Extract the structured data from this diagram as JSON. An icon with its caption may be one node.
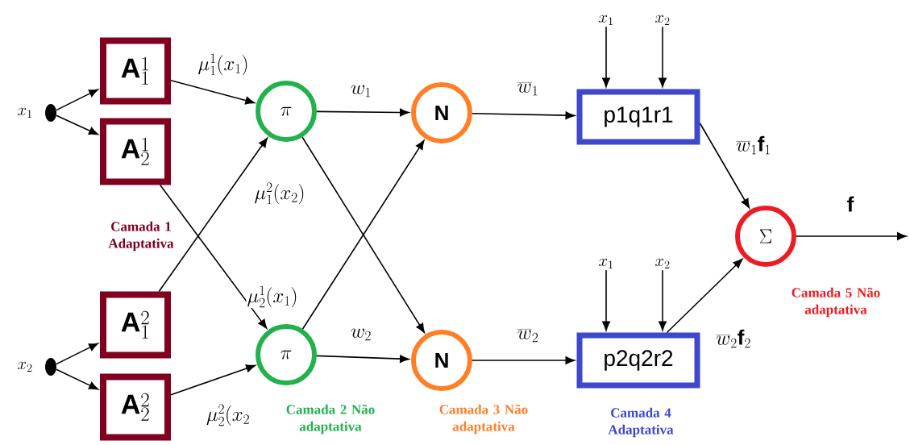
{
  "diagram": {
    "nodes": [
      {
        "text": [],
        "shape": "circle",
        "beside": [
          "x_1"
        ]
      },
      {
        "text": [],
        "shape": "circle",
        "beside": [
          "x_2"
        ]
      },
      {
        "text": [
          "\\mathbf{A}^{1}_{1}"
        ]
      },
      {
        "text": [
          "\\mathbf{A}^{1}_{2}"
        ]
      },
      {
        "text": [
          "\\mathbf{A}^{2}_{1}"
        ]
      },
      {
        "text": [
          "\\mathbf{A}^{2}_{2}"
        ]
      },
      {
        "text": [
          "\\pi"
        ]
      },
      {
        "text": [
          "\\pi"
        ]
      },
      {
        "text": [
          "N"
        ]
      },
      {
        "text": [
          "N"
        ]
      },
      {
        "text": [
          "p1q1r1"
        ]
      },
      {
        "text": [
          "p2q2r2"
        ]
      },
      {
        "text": [
          "\\Sigma"
        ]
      },
      {
        "text": [
          "x_1"
        ]
      },
      {
        "text": [
          "x_2"
        ]
      },
      {
        "text": [
          "x_1"
        ]
      },
      {
        "text": [
          "x_2"
        ]
      }
    ],
    "edges": [
      {
        "from": 0,
        "to": 2,
        "arrow": "to"
      },
      {
        "from": 0,
        "to": 3,
        "arrow": "to"
      },
      {
        "from": 1,
        "to": 4,
        "arrow": "to"
      },
      {
        "from": 1,
        "to": 5,
        "arrow": "to"
      },
      {
        "from": 2,
        "to": 6,
        "arrow": "to",
        "label": "\\mu_1^1(x_1)"
      },
      {
        "from": 4,
        "to": 6,
        "arrow": "to",
        "label": "\\mu_1^2(x_2)"
      },
      {
        "from": 3,
        "to": 7,
        "arrow": "to",
        "label": "\\mu_2^1(x_1)"
      },
      {
        "from": 5,
        "to": 7,
        "arrow": "to",
        "label": "\\mu_2^2(x_2"
      },
      {
        "from": 6,
        "to": 8,
        "arrow": "to",
        "label": "w_1"
      },
      {
        "from": 6,
        "to": 9,
        "arrow": "to"
      },
      {
        "from": 7,
        "to": 8,
        "arrow": "to"
      },
      {
        "from": 7,
        "to": 9,
        "arrow": "to",
        "label": "w_2"
      },
      {
        "from": 8,
        "to": 10,
        "arrow": "to",
        "label": "\\overline{w}_1"
      },
      {
        "from": 9,
        "to": 11,
        "arrow": "to",
        "label": "\\overline{w}_2"
      },
      {
        "from": 10,
        "to": 12,
        "arrow": "to",
        "label": "\\overline{w}_1\\mathbf{f}_1"
      },
      {
        "from": 11,
        "to": 12,
        "arrow": "to",
        "label": "\\overline{w}_2\\mathbf{f}_2"
      },
      {
        "from": 13,
        "to": 10,
        "arrow": "to"
      },
      {
        "from": 14,
        "to": 10,
        "arrow": "to"
      },
      {
        "from": 15,
        "to": 11,
        "arrow": "to"
      },
      {
        "from": 16,
        "to": 11,
        "arrow": "to"
      },
      {
        "from": 12,
        "to": null,
        "arrow": "to",
        "label": "\\mathbf{f}"
      }
    ],
    "labels": [
      "Camada 1 Adaptativa",
      "Camada 2 Não adaptativa",
      "Camada 3 Não adaptativa",
      "Camada 4 Adaptativa",
      "Camada 5 Não adaptativa"
    ]
  }
}
